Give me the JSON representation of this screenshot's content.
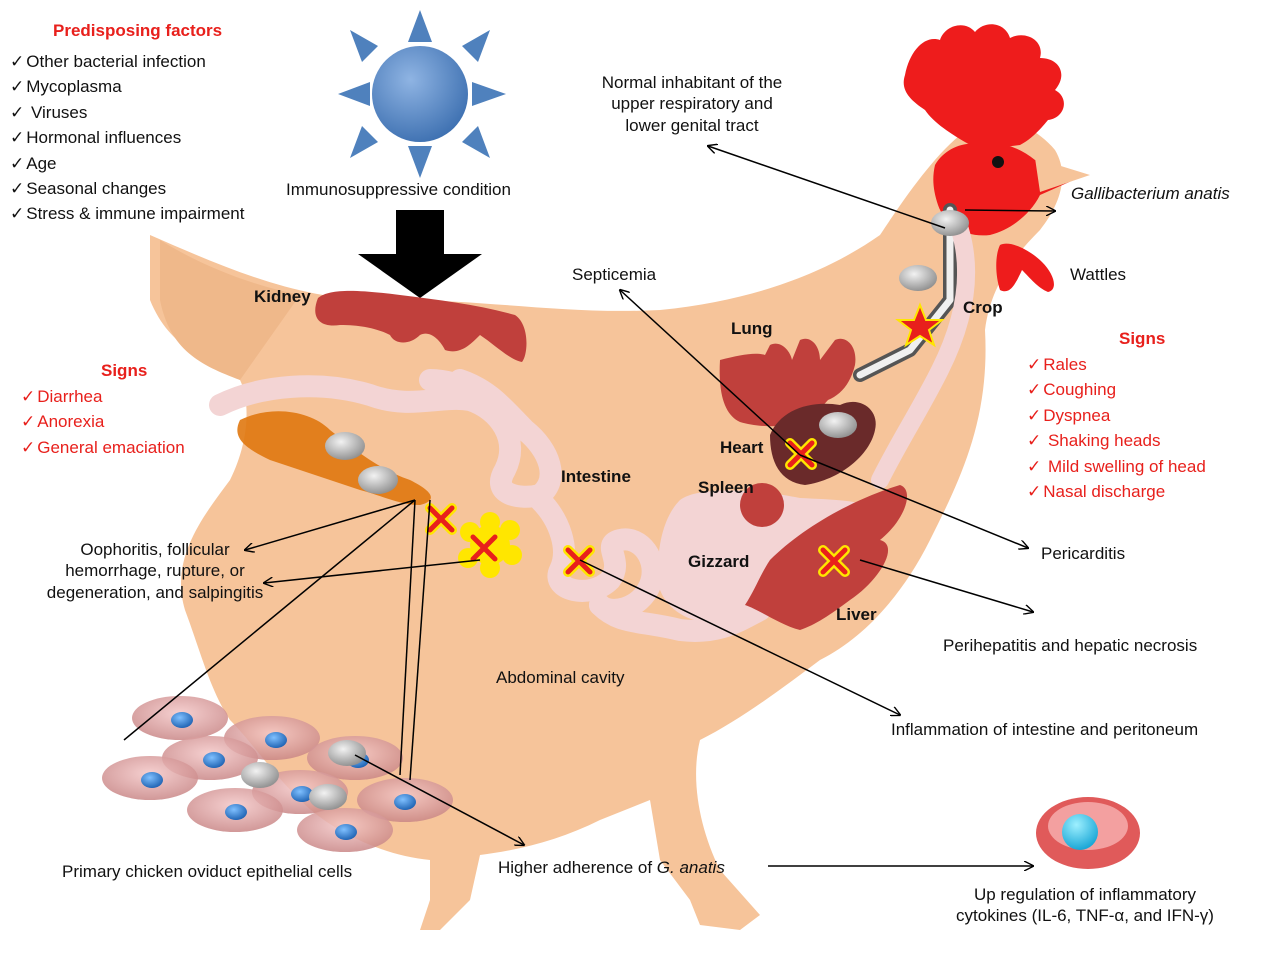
{
  "predisposing": {
    "title": "Predisposing factors",
    "items": [
      "Other bacterial infection",
      "Mycoplasma",
      " Viruses",
      "Hormonal influences",
      "Age",
      "Seasonal changes",
      "Stress  & immune impairment"
    ]
  },
  "immuno_label": "Immunosuppressive condition",
  "normal_inhabitant": [
    "Normal inhabitant of the",
    "upper respiratory and",
    "lower genital tract"
  ],
  "gallibacterium": "Gallibacterium anatis",
  "wattles": "Wattles",
  "septicemia": "Septicemia",
  "organs": {
    "kidney": "Kidney",
    "lung": "Lung",
    "crop": "Crop",
    "heart": "Heart",
    "spleen": "Spleen",
    "intestine": "Intestine",
    "gizzard": "Gizzard",
    "liver": "Liver"
  },
  "signs_left": {
    "title": "Signs",
    "items": [
      "Diarrhea",
      "Anorexia",
      "General emaciation"
    ]
  },
  "signs_right": {
    "title": "Signs",
    "items": [
      "Rales",
      "Coughing",
      "Dyspnea",
      " Shaking heads",
      " Mild swelling of head",
      "Nasal discharge"
    ]
  },
  "oophoritis": [
    "Oophoritis, follicular",
    "hemorrhage, rupture, or",
    "degeneration, and salpingitis"
  ],
  "pericarditis": "Pericarditis",
  "perihepatitis": "Perihepatitis and hepatic necrosis",
  "abdominal": "Abdominal cavity",
  "inflammation": "Inflammation of intestine and peritoneum",
  "primary_cells": "Primary chicken oviduct epithelial cells",
  "adherence": {
    "prefix": "Higher adherence  of ",
    "species": "G. anatis"
  },
  "upregulation": [
    "Up regulation of inflammatory",
    "cytokines (IL-6, TNF-α, and IFN-γ)"
  ],
  "colors": {
    "body": "#f6c49a",
    "comb": "#ee1c1c",
    "organ": "#c0403c",
    "signs_text": "#e8201c",
    "sun": "#4f81bd",
    "tract": "#f3d4d4",
    "ovary": "#e07810",
    "follicle": "#ffe600",
    "cell": "#e8aaaa",
    "nucleus": "#2a7fd4"
  }
}
